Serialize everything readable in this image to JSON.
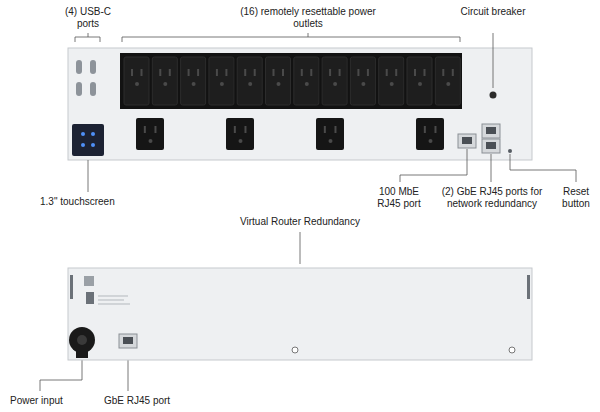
{
  "diagram": {
    "labels": [
      "(4) USB-C ports",
      "(16) remotely resettable power outlets",
      "Circuit breaker",
      "1.3\" touchscreen",
      "100 MbE RJ45 port",
      "(2) GbE RJ45 ports for network redundancy",
      "Reset button",
      "Virtual Router Redundancy",
      "Power input",
      "GbE RJ45 port"
    ]
  }
}
